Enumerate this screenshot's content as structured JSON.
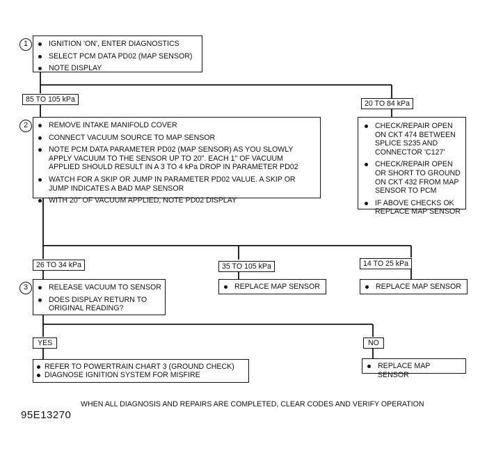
{
  "step1": {
    "number": "1",
    "items": [
      "IGNITION 'ON', ENTER DIAGNOSTICS",
      "SELECT PCM DATA PD02 (MAP SENSOR)",
      "NOTE DISPLAY"
    ]
  },
  "branch1": {
    "left_label": "85 TO 105 kPa",
    "right_label": "20 TO 84 kPa"
  },
  "step2": {
    "number": "2",
    "items": [
      "REMOVE INTAKE MANIFOLD COVER",
      "CONNECT VACUUM SOURCE TO MAP SENSOR",
      "NOTE PCM DATA PARAMETER PD02 (MAP SENSOR) AS YOU SLOWLY APPLY VACUUM TO THE SENSOR UP TO 20\". EACH 1\" OF VACUUM APPLIED SHOULD RESULT IN A 3 TO 4 kPa DROP IN PARAMETER PD02",
      "WATCH FOR A SKIP OR JUMP IN PARAMETER PD02 VALUE. A SKIP OR JUMP INDICATES A BAD MAP SENSOR",
      "WITH 20\" OF VACUUM APPLIED, NOTE PD02 DISPLAY"
    ]
  },
  "check_box": {
    "items": [
      "CHECK/REPAIR OPEN ON CKT 474 BETWEEN SPLICE S235 AND CONNECTOR 'C127'",
      "CHECK/REPAIR OPEN OR SHORT TO GROUND ON CKT 432 FROM MAP SENSOR TO PCM",
      "IF ABOVE CHECKS OK REPLACE MAP SENSOR"
    ]
  },
  "branch2": {
    "left_label": "26 TO 34 kPa",
    "mid_label": "35 TO 105 kPa",
    "right_label": "14 TO 25 kPa"
  },
  "step3": {
    "number": "3",
    "items": [
      "RELEASE VACUUM TO SENSOR",
      "DOES DISPLAY RETURN TO ORIGINAL READING?"
    ]
  },
  "replace_mid": {
    "text": "REPLACE MAP SENSOR"
  },
  "replace_right": {
    "text": "REPLACE MAP SENSOR"
  },
  "branch3": {
    "yes_label": "YES",
    "no_label": "NO"
  },
  "final_box": {
    "items": [
      "REFER TO POWERTRAIN CHART 3 (GROUND CHECK)",
      "DIAGNOSE IGNITION SYSTEM FOR MISFIRE"
    ]
  },
  "replace_no": {
    "text": "REPLACE MAP SENSOR"
  },
  "footer": {
    "note": "WHEN ALL DIAGNOSIS AND REPAIRS ARE COMPLETED, CLEAR CODES AND VERIFY OPERATION",
    "figure_id": "95E13270"
  }
}
